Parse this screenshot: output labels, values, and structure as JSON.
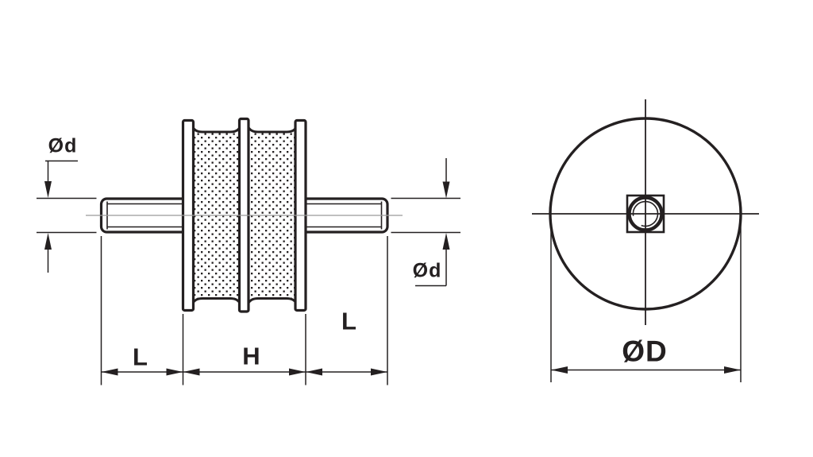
{
  "page": {
    "type": "technical engineering drawing, anti-vibration rubber mount with two threaded studs, side view and front view",
    "background": "#ffffff"
  },
  "colors": {
    "line": "#242021",
    "text": "#242021",
    "side_centerline": "#9a9a9a",
    "rubber_stipple": "#242021"
  },
  "labels": {
    "od_left": "Ød",
    "od_right": "Ød",
    "length_left": "L",
    "height": "H",
    "length_right": "L",
    "od_big": "ØD"
  },
  "views": {
    "side_view": {
      "features": [
        "threaded-stud-left",
        "end-plate-left",
        "rubber-element-left",
        "middle-plate",
        "rubber-element-right",
        "end-plate-right",
        "threaded-stud-right",
        "horizontal-centerline"
      ],
      "dimensions_shown": [
        "Ød (stud diameter, left)",
        "Ød (stud diameter, right)",
        "L (stud length, left)",
        "H (body height)",
        "L (stud length, right)"
      ]
    },
    "front_view": {
      "features": [
        "body-outline-circle",
        "center-square",
        "stud-end-circle",
        "thread-arc",
        "vertical-centerline",
        "horizontal-centerline"
      ],
      "dimensions_shown": [
        "ØD (body diameter)"
      ]
    }
  }
}
